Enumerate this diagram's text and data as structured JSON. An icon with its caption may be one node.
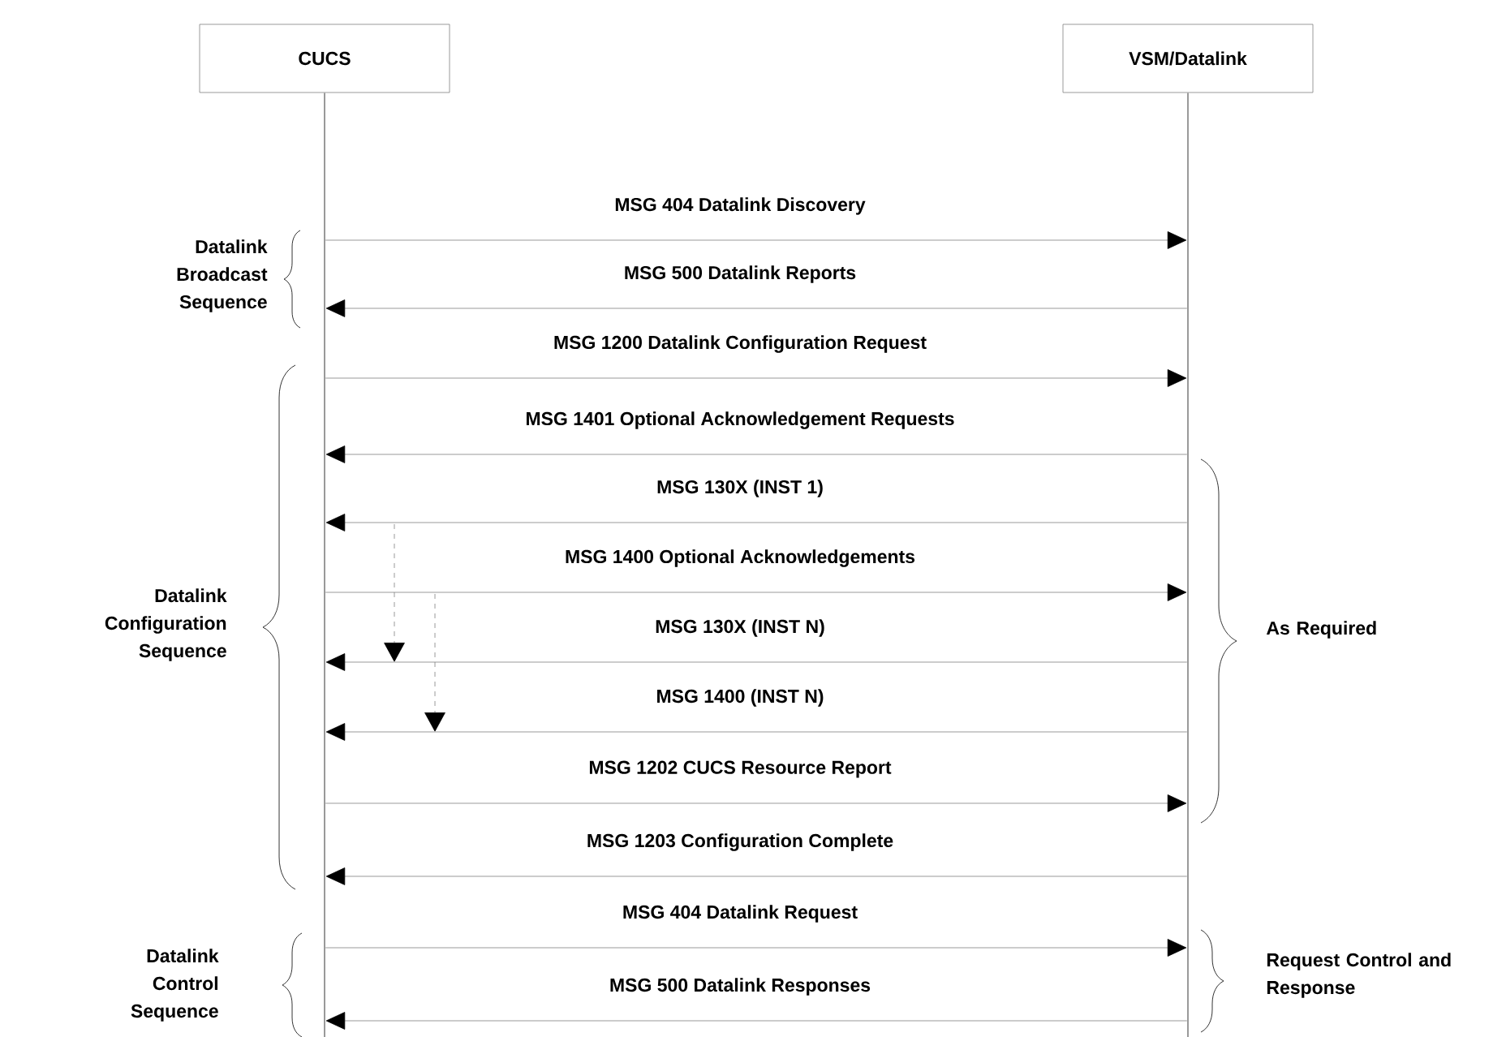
{
  "diagram": {
    "nodes": [
      {
        "text": [
          "CUCS"
        ]
      },
      {
        "text": [
          "VSM/Datalink"
        ]
      },
      {
        "text": [],
        "shape": "bar"
      },
      {
        "text": [],
        "shape": "bar"
      }
    ],
    "edges": [
      {
        "from": 2,
        "to": 3,
        "arrow": "to",
        "label": "MSG 404 Datalink Discovery"
      },
      {
        "from": 3,
        "to": 2,
        "arrow": "to",
        "label": "MSG 500 Datalink Reports"
      },
      {
        "from": 2,
        "to": 3,
        "arrow": "to",
        "label": "MSG 1200 Datalink Configuration Request"
      },
      {
        "from": 3,
        "to": 2,
        "arrow": "to",
        "label": "MSG 1401 Optional Acknowledgement Requests"
      },
      {
        "from": 3,
        "to": 2,
        "arrow": "to",
        "label": "MSG 130X (INST 1)"
      },
      {
        "from": 2,
        "to": 3,
        "arrow": "to",
        "label": "MSG 1400 Optional Acknowledgements"
      },
      {
        "from": 3,
        "to": 2,
        "arrow": "to",
        "label": "MSG 130X (INST N)"
      },
      {
        "from": 3,
        "to": 2,
        "arrow": "to",
        "label": "MSG 1400 (INST N)"
      },
      {
        "from": 2,
        "to": 3,
        "arrow": "to",
        "label": "MSG 1202 CUCS Resource Report"
      },
      {
        "from": 3,
        "to": 2,
        "arrow": "to",
        "label": "MSG 1203 Configuration Complete"
      },
      {
        "from": 2,
        "to": 3,
        "arrow": "to",
        "label": "MSG 404 Datalink Request"
      },
      {
        "from": 3,
        "to": 2,
        "arrow": "to",
        "label": "MSG 500 Datalink Responses"
      }
    ],
    "labels": [
      "Datalink Broadcast Sequence",
      "Datalink Configuration Sequence",
      "As Required",
      "Datalink Control Sequence",
      "Request Control and Response"
    ]
  }
}
